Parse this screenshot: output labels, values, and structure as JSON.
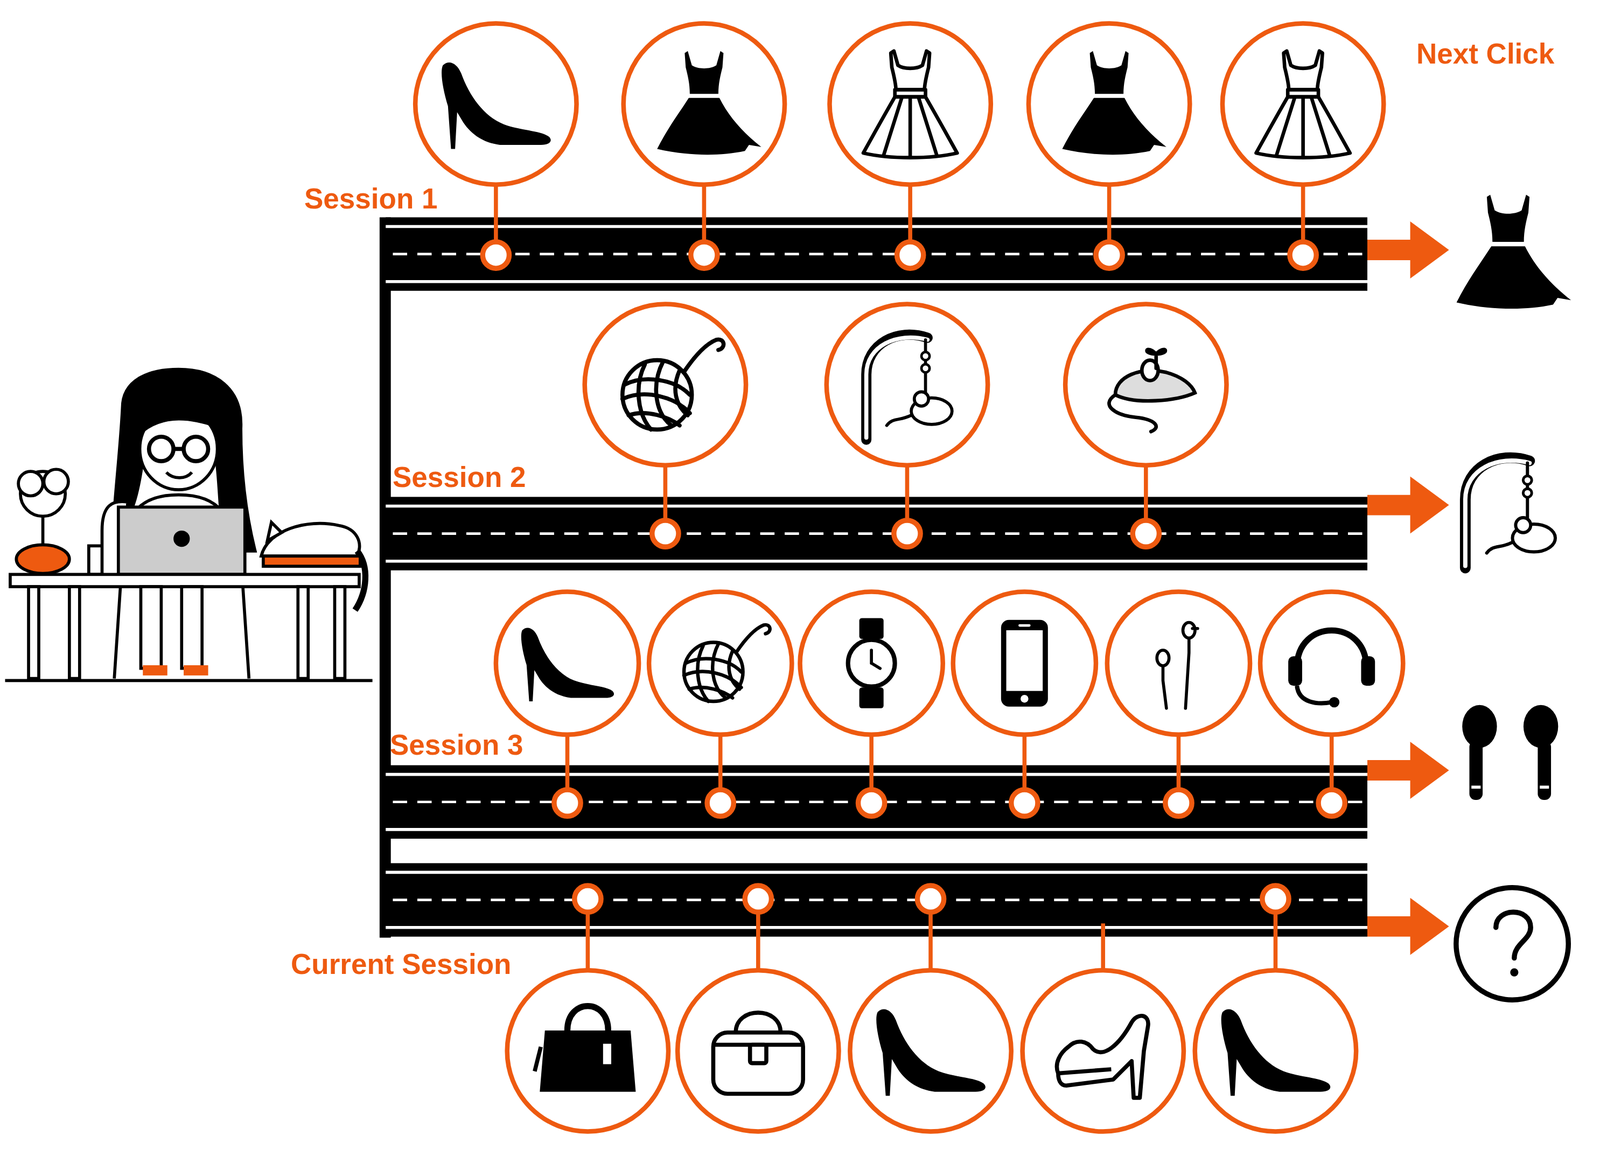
{
  "diagram": {
    "labels": [
      "Next Click",
      "Session 1",
      "Session 2",
      "Session 3",
      "Current Session"
    ]
  }
}
